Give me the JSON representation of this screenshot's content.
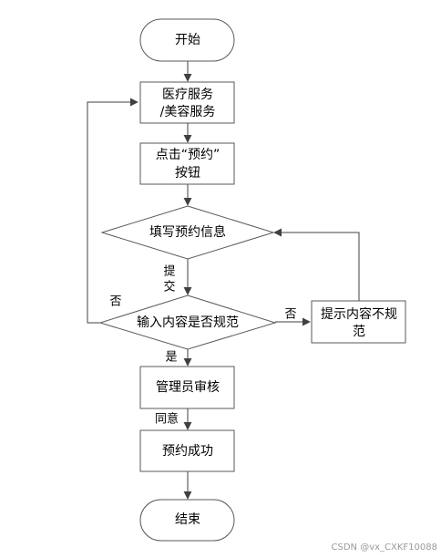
{
  "nodes": {
    "start": {
      "label": "开始",
      "shape": "terminator"
    },
    "service": {
      "lines": [
        "医疗服务",
        "/美容服务"
      ],
      "shape": "process"
    },
    "click": {
      "lines": [
        "点击“预约”",
        "按钮"
      ],
      "shape": "process"
    },
    "fill": {
      "label": "填写预约信息",
      "shape": "decision"
    },
    "check": {
      "label": "输入内容是否规范",
      "shape": "decision"
    },
    "tip": {
      "lines": [
        "提示内容不规",
        "范"
      ],
      "shape": "process"
    },
    "review": {
      "label": "管理员审核",
      "shape": "process"
    },
    "success": {
      "label": "预约成功",
      "shape": "process"
    },
    "end": {
      "label": "结束",
      "shape": "terminator"
    }
  },
  "edges": {
    "submit": {
      "lines": [
        "提",
        "交"
      ]
    },
    "no_left": {
      "label": "否"
    },
    "no_right": {
      "label": "否"
    },
    "yes": {
      "label": "是"
    },
    "agree": {
      "label": "同意"
    }
  },
  "watermark": "CSDN @vx_CXKF10088",
  "colors": {
    "stroke": "#595959",
    "arrow": "#404040",
    "background": "#ffffff"
  }
}
